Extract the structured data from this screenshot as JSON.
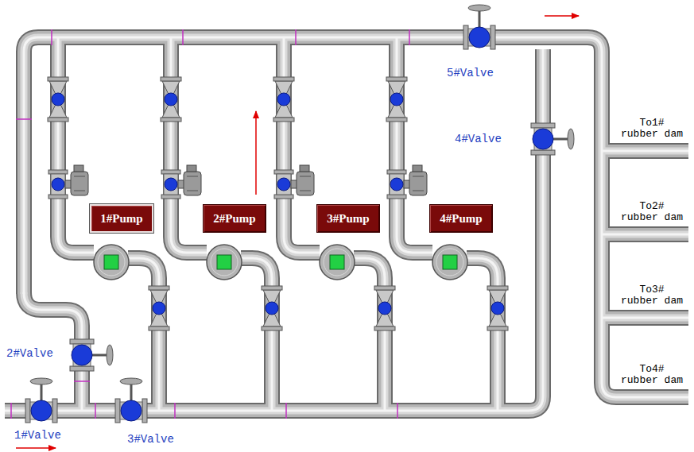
{
  "diagram": {
    "nodes": [
      {
        "text": [
          "1#Pump"
        ]
      },
      {
        "text": [
          "2#Pump"
        ]
      },
      {
        "text": [
          "3#Pump"
        ]
      },
      {
        "text": [
          "4#Pump"
        ]
      }
    ],
    "labels": [
      "5#Valve",
      "To1# rubber dam",
      "4#Valve",
      "To2# rubber dam",
      "To3# rubber dam",
      "2#Valve",
      "To4# rubber dam",
      "1#Valve",
      "3#Valve"
    ]
  }
}
